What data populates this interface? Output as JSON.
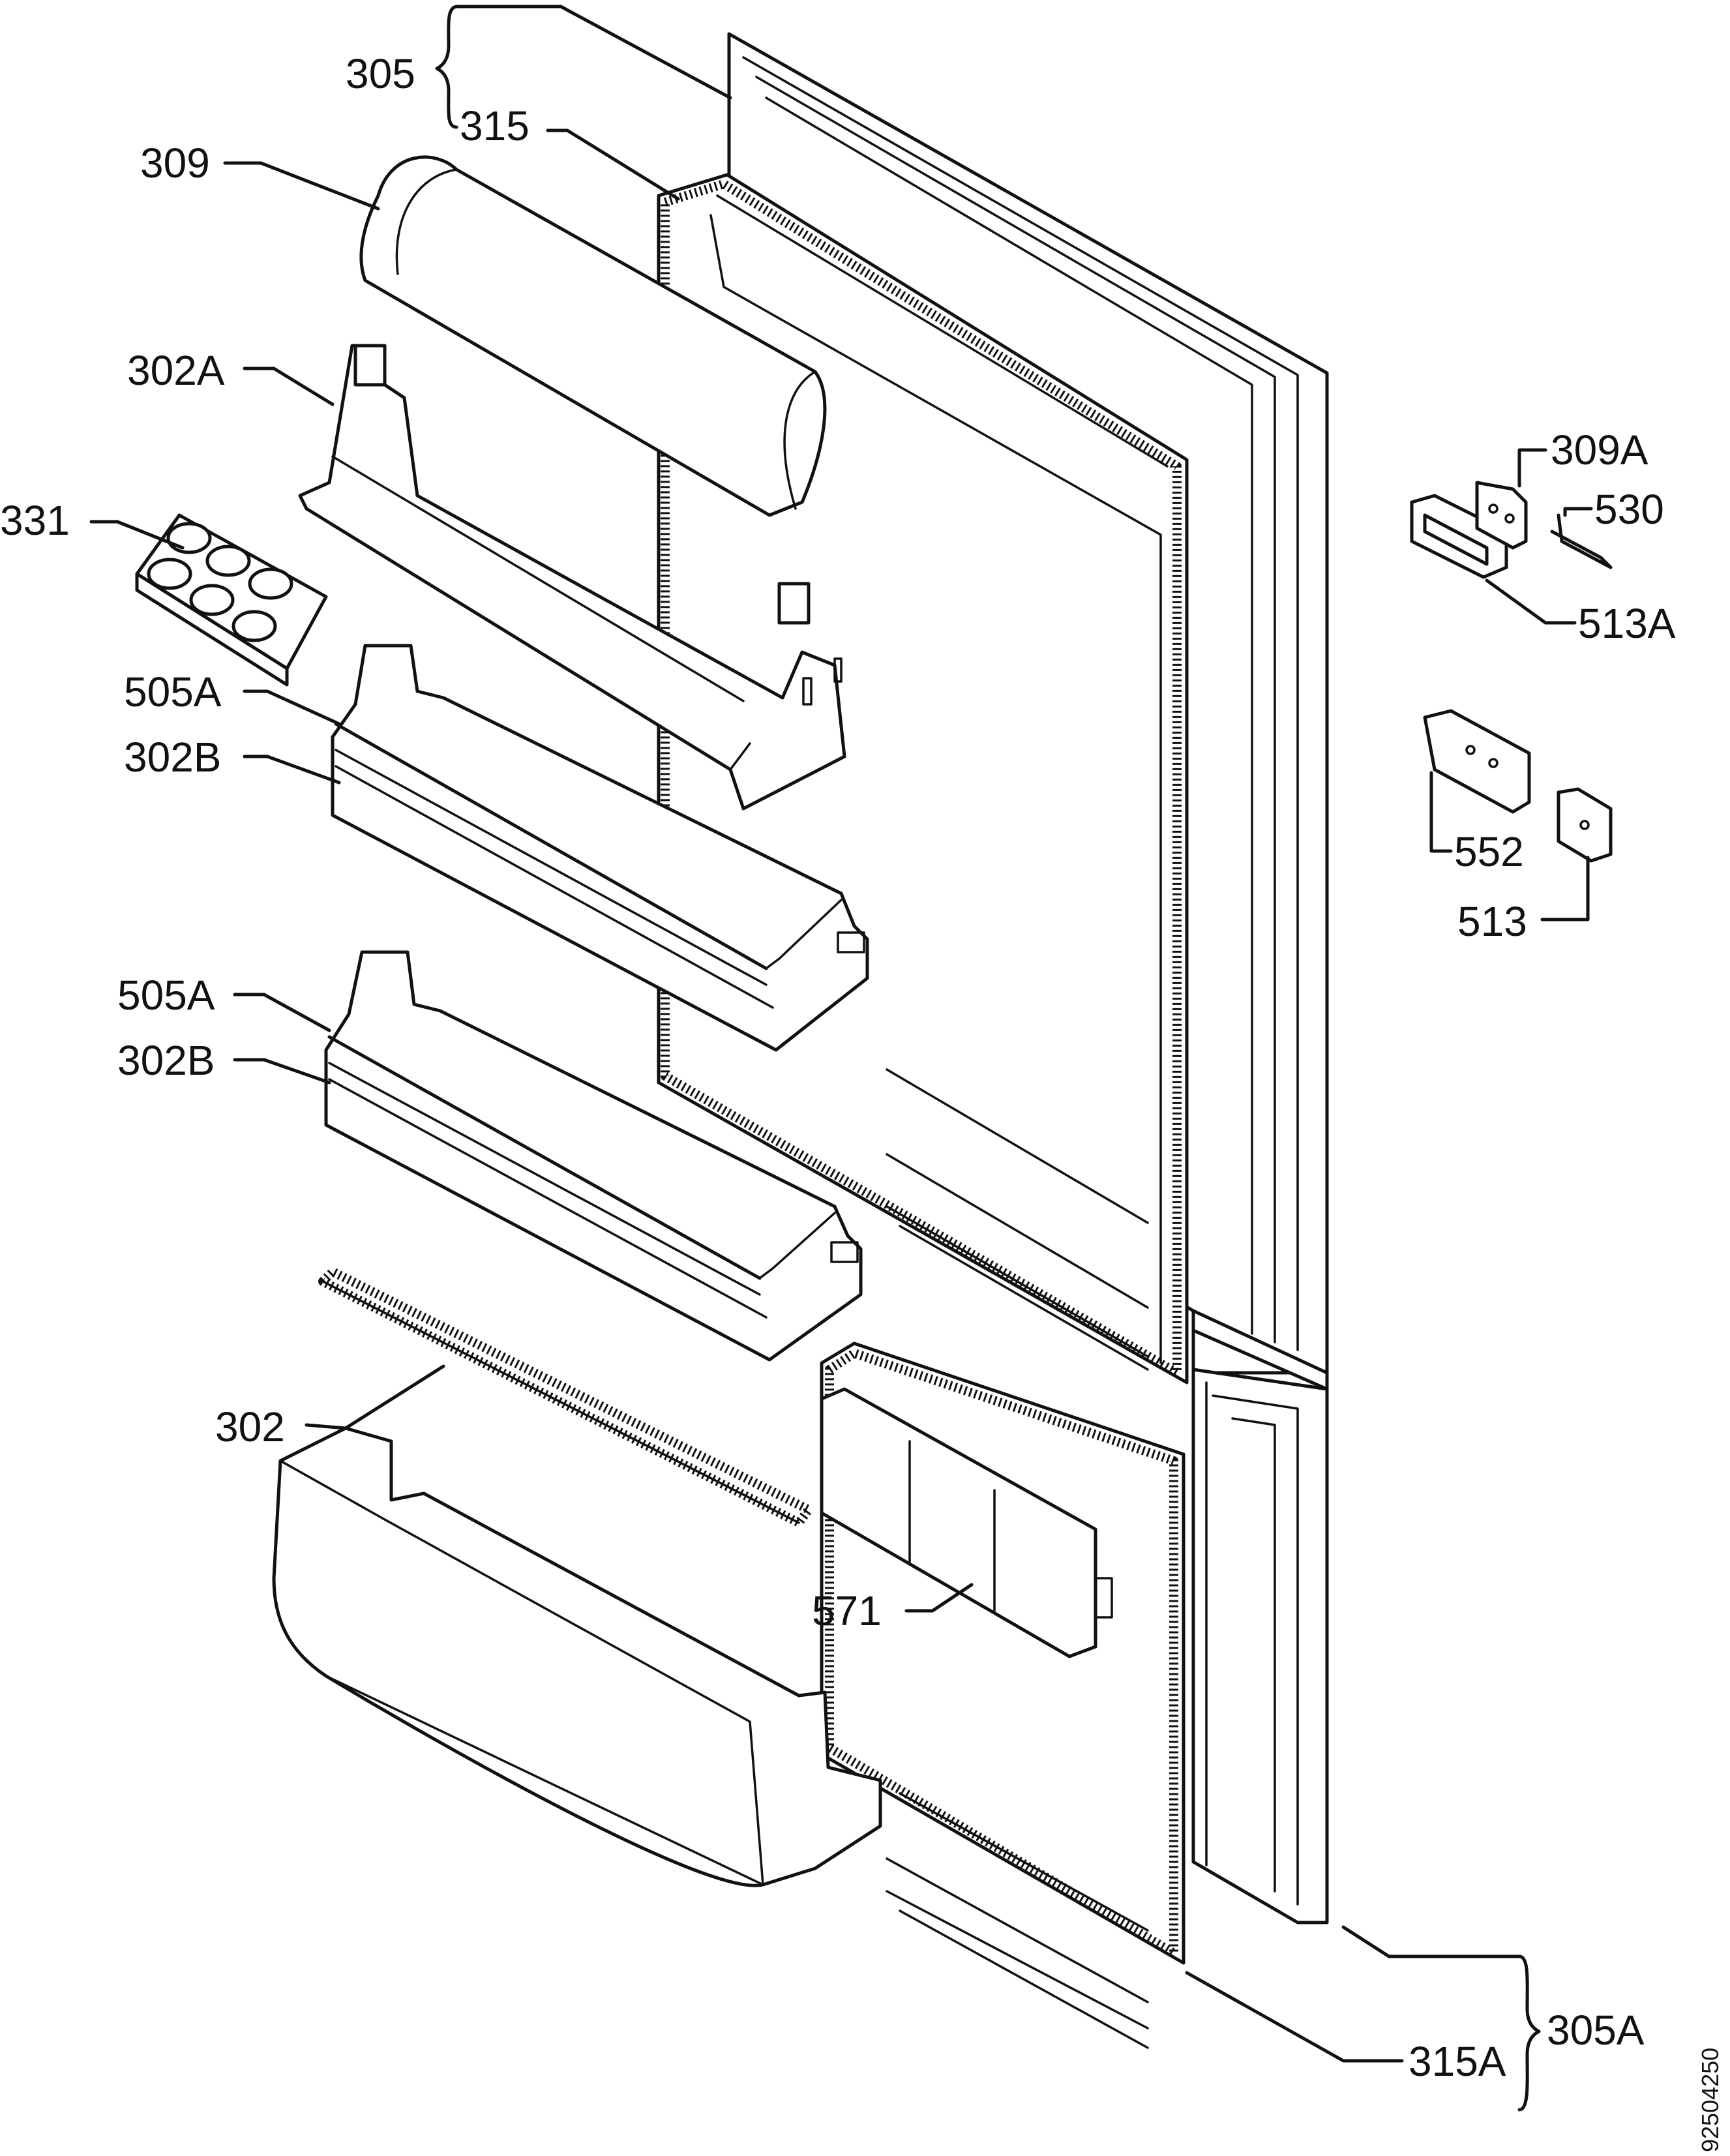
{
  "labels": {
    "305": "305",
    "315": "315",
    "309": "309",
    "302A": "302A",
    "331": "331",
    "505A_1": "505A",
    "302B_1": "302B",
    "505A_2": "505A",
    "302B_2": "302B",
    "302": "302",
    "571": "571",
    "309A": "309A",
    "530": "530",
    "513A": "513A",
    "552": "552",
    "513": "513",
    "305A": "305A",
    "315A": "315A"
  },
  "drawing_code": "92504250"
}
